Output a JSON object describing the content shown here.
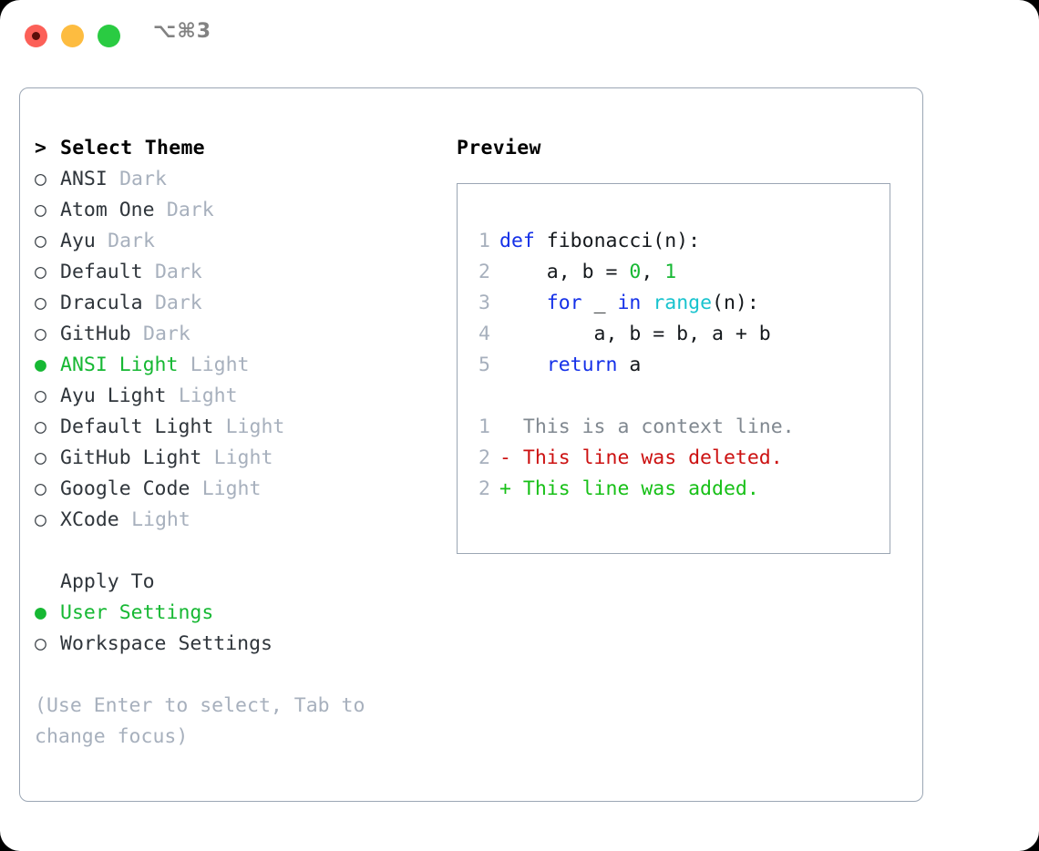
{
  "window": {
    "shortcut_label": "⌥⌘3",
    "traffic_lights": {
      "close_color": "#fc6058",
      "minimize_color": "#fdbc40",
      "maximize_color": "#2acb42"
    }
  },
  "colors": {
    "accent_green": "#16b833",
    "panel_border": "#9ba6b4",
    "muted_text": "#a7b0bd",
    "body_text": "#2f353b",
    "keyword_blue": "#1430e8",
    "function_cyan": "#18c3ce",
    "number_green": "#16b833",
    "diff_delete_red": "#cc1111",
    "diff_add_green": "#17c017"
  },
  "theme_picker": {
    "header_marker": ">",
    "header_label": "Select Theme",
    "bullet_selected": "●",
    "bullet_unselected": "○",
    "items": [
      {
        "name": "ANSI",
        "variant": "Dark",
        "selected": false
      },
      {
        "name": "Atom One",
        "variant": "Dark",
        "selected": false
      },
      {
        "name": "Ayu",
        "variant": "Dark",
        "selected": false
      },
      {
        "name": "Default",
        "variant": "Dark",
        "selected": false
      },
      {
        "name": "Dracula",
        "variant": "Dark",
        "selected": false
      },
      {
        "name": "GitHub",
        "variant": "Dark",
        "selected": false
      },
      {
        "name": "ANSI Light",
        "variant": "Light",
        "selected": true
      },
      {
        "name": "Ayu Light",
        "variant": "Light",
        "selected": false
      },
      {
        "name": "Default Light",
        "variant": "Light",
        "selected": false
      },
      {
        "name": "GitHub Light",
        "variant": "Light",
        "selected": false
      },
      {
        "name": "Google Code",
        "variant": "Light",
        "selected": false
      },
      {
        "name": "XCode",
        "variant": "Light",
        "selected": false
      }
    ]
  },
  "apply_to": {
    "label": "Apply To",
    "options": [
      {
        "label": "User Settings",
        "selected": true
      },
      {
        "label": "Workspace Settings",
        "selected": false
      }
    ]
  },
  "hint": {
    "text": "(Use Enter to select, Tab to change focus)"
  },
  "preview": {
    "title": "Preview",
    "code_lines": [
      {
        "lineno": "1",
        "tokens": [
          {
            "text": "def",
            "type": "kw"
          },
          {
            "text": " fibonacci(n):",
            "type": "plain"
          }
        ]
      },
      {
        "lineno": "2",
        "tokens": [
          {
            "text": "    a, b = ",
            "type": "plain"
          },
          {
            "text": "0",
            "type": "num"
          },
          {
            "text": ", ",
            "type": "plain"
          },
          {
            "text": "1",
            "type": "num"
          }
        ]
      },
      {
        "lineno": "3",
        "tokens": [
          {
            "text": "    ",
            "type": "plain"
          },
          {
            "text": "for",
            "type": "kw"
          },
          {
            "text": " _ ",
            "type": "plain"
          },
          {
            "text": "in",
            "type": "kw"
          },
          {
            "text": " ",
            "type": "plain"
          },
          {
            "text": "range",
            "type": "fn"
          },
          {
            "text": "(n):",
            "type": "plain"
          }
        ]
      },
      {
        "lineno": "4",
        "tokens": [
          {
            "text": "        a, b = b, a + b",
            "type": "plain"
          }
        ]
      },
      {
        "lineno": "5",
        "tokens": [
          {
            "text": "    ",
            "type": "plain"
          },
          {
            "text": "return",
            "type": "kw"
          },
          {
            "text": " a",
            "type": "plain"
          }
        ]
      }
    ],
    "diff_lines": [
      {
        "lineno": "1",
        "marker": " ",
        "text": "This is a context line.",
        "type": "ctx"
      },
      {
        "lineno": "2",
        "marker": "-",
        "text": "This line was deleted.",
        "type": "del"
      },
      {
        "lineno": "2",
        "marker": "+",
        "text": "This line was added.",
        "type": "add"
      }
    ]
  }
}
